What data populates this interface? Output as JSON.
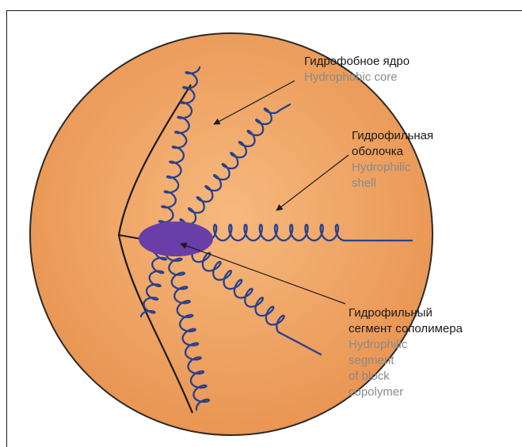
{
  "labels": {
    "core": {
      "ru": "Гидрофобное ядро",
      "en": "Hydrophobic core"
    },
    "shell": {
      "ru": [
        "Гидрофильная",
        "оболочка"
      ],
      "en": [
        "Hydrophilic",
        "shell"
      ]
    },
    "segment": {
      "ru": [
        "Гидрофильный",
        "сегмент сополимера"
      ],
      "en": [
        "Hydrophilic",
        "segment",
        "of block",
        "copolymer"
      ]
    }
  },
  "colors": {
    "sphere": "#e8924f",
    "sphere_light": "#f6b97e",
    "chain": "#28418c",
    "core_ellipse": "#6a3ea8",
    "text_ru": "#1a1a1a",
    "text_en": "#8a8a8a"
  }
}
